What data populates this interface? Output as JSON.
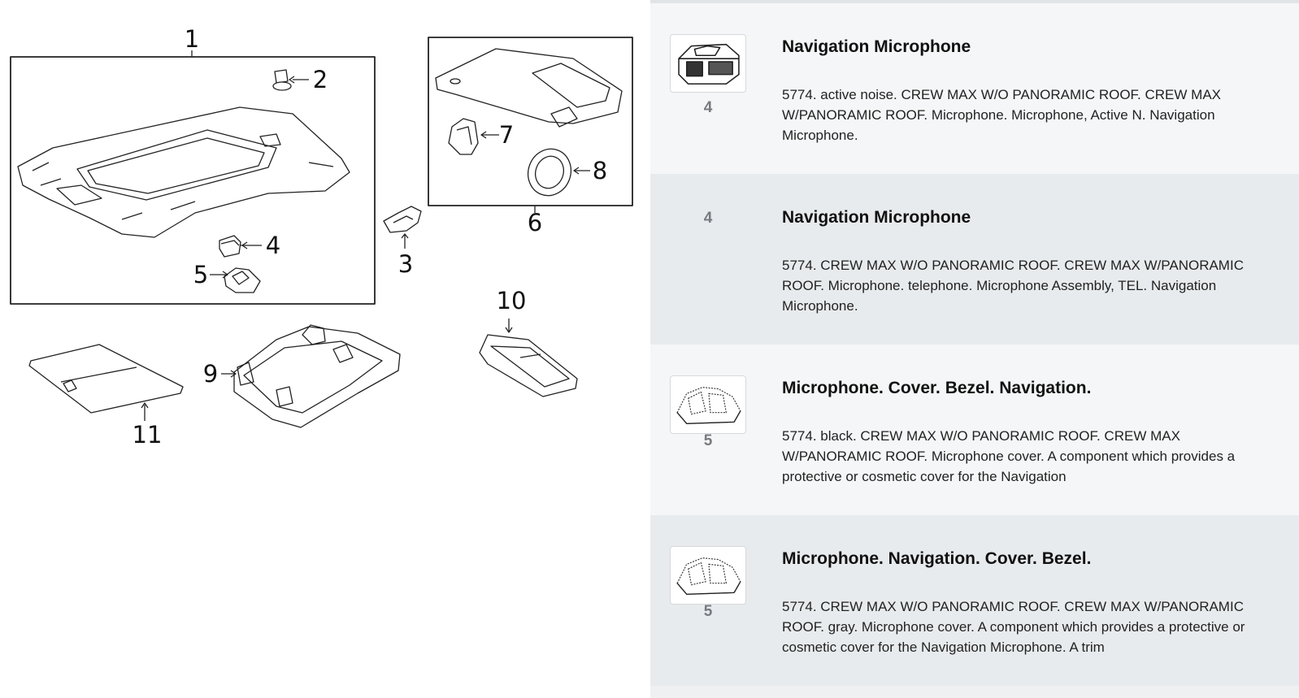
{
  "diagram": {
    "callouts": [
      "1",
      "2",
      "3",
      "4",
      "5",
      "6",
      "7",
      "8",
      "9",
      "10",
      "11"
    ]
  },
  "parts": [
    {
      "ref": "4",
      "has_thumb": true,
      "thumb_icon": "microphone-assembly-thumbnail",
      "title": "Navigation Microphone",
      "description": "5774. active noise. CREW MAX W/O PANORAMIC ROOF. CREW MAX W/PANORAMIC ROOF. Microphone. Microphone, Active N. Navigation Microphone."
    },
    {
      "ref": "4",
      "has_thumb": false,
      "title": "Navigation Microphone",
      "description": "5774. CREW MAX W/O PANORAMIC ROOF. CREW MAX W/PANORAMIC ROOF. Microphone. telephone. Microphone Assembly, TEL. Navigation Microphone."
    },
    {
      "ref": "5",
      "has_thumb": true,
      "thumb_icon": "microphone-cover-thumbnail",
      "title": "Microphone. Cover. Bezel. Navigation.",
      "description": "5774. black. CREW MAX W/O PANORAMIC ROOF. CREW MAX W/PANORAMIC ROOF. Microphone cover. A component which provides a protective or cosmetic cover for the Navigation"
    },
    {
      "ref": "5",
      "has_thumb": true,
      "thumb_icon": "microphone-cover-thumbnail",
      "title": "Microphone. Navigation. Cover. Bezel.",
      "description": "5774. CREW MAX W/O PANORAMIC ROOF. CREW MAX W/PANORAMIC ROOF. gray. Microphone cover. A component which provides a protective or cosmetic cover for the Navigation Microphone. A trim"
    }
  ]
}
